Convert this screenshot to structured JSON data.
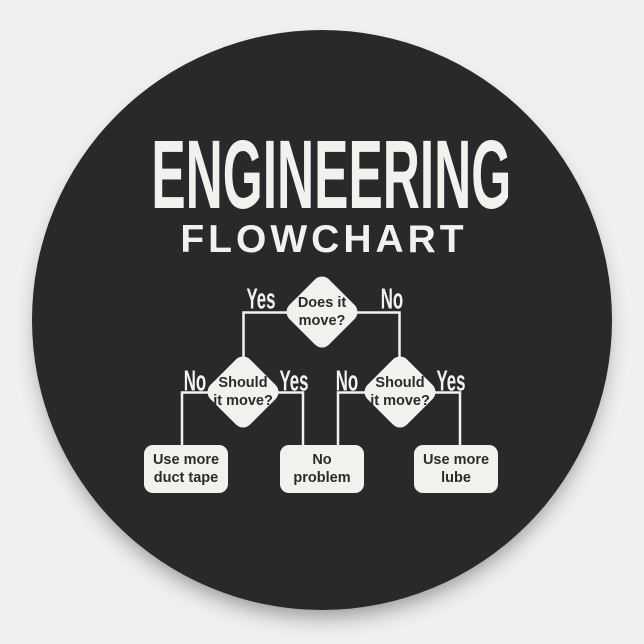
{
  "colors": {
    "page-bg": "#f0f0f0",
    "sticker-bg": "#292929",
    "ink-light": "#f2f1ee",
    "ink-dark": "#2b2b2b"
  },
  "sticker": {
    "title": "ENGINEERING",
    "subtitle": "FLOWCHART"
  },
  "flowchart": {
    "decisions": {
      "root": {
        "line1": "Does it",
        "line2": "move?"
      },
      "left": {
        "line1": "Should",
        "line2": "it move?"
      },
      "right": {
        "line1": "Should",
        "line2": "it move?"
      }
    },
    "edges": {
      "root_yes": "Yes",
      "root_no": "No",
      "left_no": "No",
      "left_yes": "Yes",
      "right_no": "No",
      "right_yes": "Yes"
    },
    "outcomes": {
      "duct_tape": {
        "line1": "Use more",
        "line2": "duct tape"
      },
      "no_problem": {
        "line1": "No",
        "line2": "problem"
      },
      "lube": {
        "line1": "Use more",
        "line2": "lube"
      }
    }
  }
}
